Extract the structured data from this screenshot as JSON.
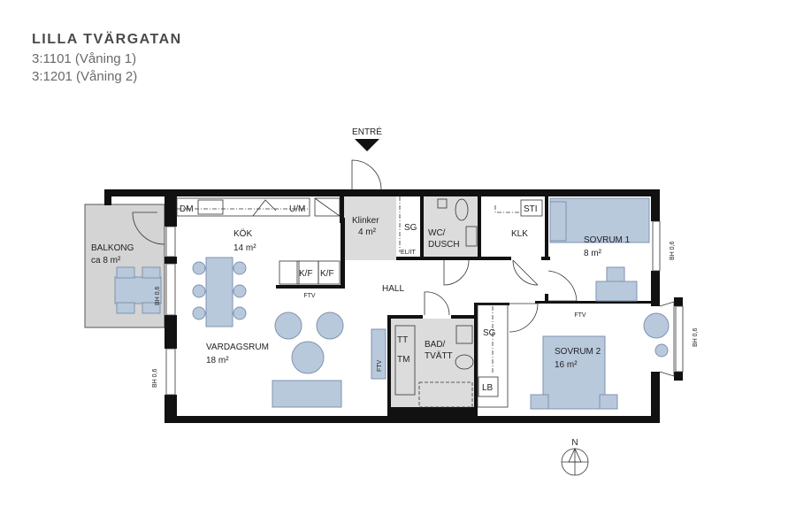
{
  "header": {
    "title": "LILLA TVÄRGATAN",
    "units": [
      "3:1101 (Våning 1)",
      "3:1201 (Våning 2)"
    ]
  },
  "plan": {
    "entrance": "ENTRÉ",
    "rooms": {
      "balkong": {
        "name": "BALKONG",
        "area": "ca 8 m²"
      },
      "kok": {
        "name": "KÖK",
        "area": "14 m²"
      },
      "vardagsrum": {
        "name": "VARDAGSRUM",
        "area": "18 m²"
      },
      "klinker": {
        "name": "Klinker",
        "area": "4 m²"
      },
      "hall": {
        "name": "HALL"
      },
      "wc": {
        "name1": "WC/",
        "name2": "DUSCH"
      },
      "klk": {
        "name": "KLK"
      },
      "sovrum1": {
        "name": "SOVRUM 1",
        "area": "8 m²"
      },
      "sovrum2": {
        "name": "SOVRUM 2",
        "area": "16 m²"
      },
      "bad": {
        "name1": "BAD/",
        "name2": "TVÄTT"
      }
    },
    "fixtures": {
      "dm": "DM",
      "um": "U/M",
      "kf1": "K/F",
      "kf2": "K/F",
      "ftv1": "FTV",
      "ftv2": "FTV",
      "ftv3": "FTV",
      "sg1": "SG",
      "sg2": "SG",
      "elit": "EL/IT",
      "sti": "STI",
      "tt": "TT",
      "tm": "TM",
      "lb": "LB",
      "bh1": "BH 0,6",
      "bh2": "BH 0,6",
      "bh3": "BH 0,6",
      "bh4": "BH 0,6"
    },
    "compass": "N"
  },
  "colors": {
    "furniture": "#b9c9dc",
    "wet_area": "#dcdcdc",
    "wall": "#111111",
    "title": "#4a4a4a"
  }
}
